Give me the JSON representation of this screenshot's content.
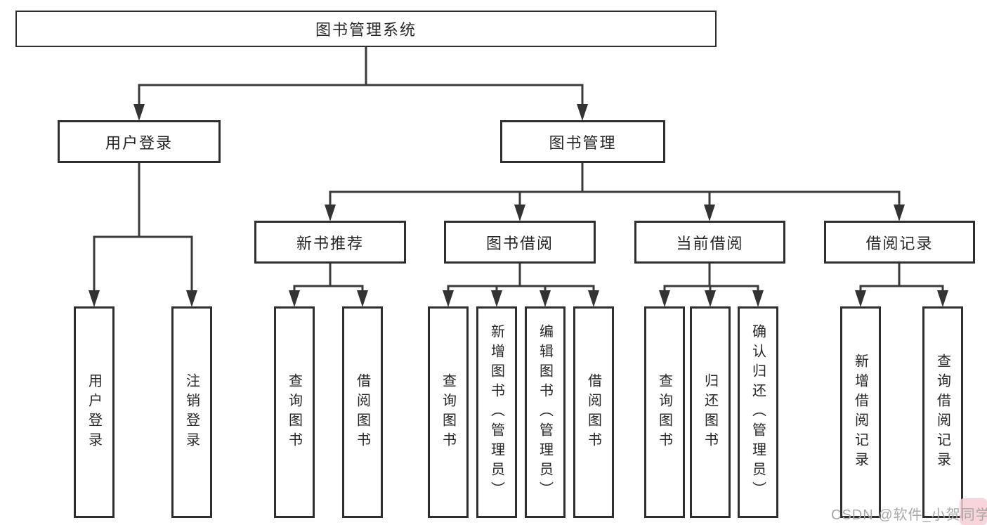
{
  "diagram": {
    "root": {
      "label": "图书管理系统"
    },
    "branches": {
      "user_login": {
        "label": "用户登录",
        "children": [
          {
            "label": "用户登录"
          },
          {
            "label": "注销登录"
          }
        ]
      },
      "book_mgmt": {
        "label": "图书管理",
        "children": [
          {
            "label": "新书推荐",
            "children": [
              {
                "label": "查询图书"
              },
              {
                "label": "借阅图书"
              }
            ]
          },
          {
            "label": "图书借阅",
            "children": [
              {
                "label": "查询图书"
              },
              {
                "label": "新增图书（管理员）"
              },
              {
                "label": "编辑图书（管理员）"
              },
              {
                "label": "借阅图书"
              }
            ]
          },
          {
            "label": "当前借阅",
            "children": [
              {
                "label": "查询图书"
              },
              {
                "label": "归还图书"
              },
              {
                "label": "确认归还（管理员）"
              }
            ]
          },
          {
            "label": "借阅记录",
            "children": [
              {
                "label": "新增借阅记录"
              },
              {
                "label": "查询借阅记录"
              }
            ]
          }
        ]
      }
    }
  },
  "watermark": {
    "text": "CSDN @软件_小贺同学"
  },
  "colors": {
    "line": "#3a3a3a",
    "box_border": "#2e2e2e",
    "text": "#262626",
    "watermark": "#a8a8a8",
    "corner_highlight": "#f7cdd5"
  }
}
